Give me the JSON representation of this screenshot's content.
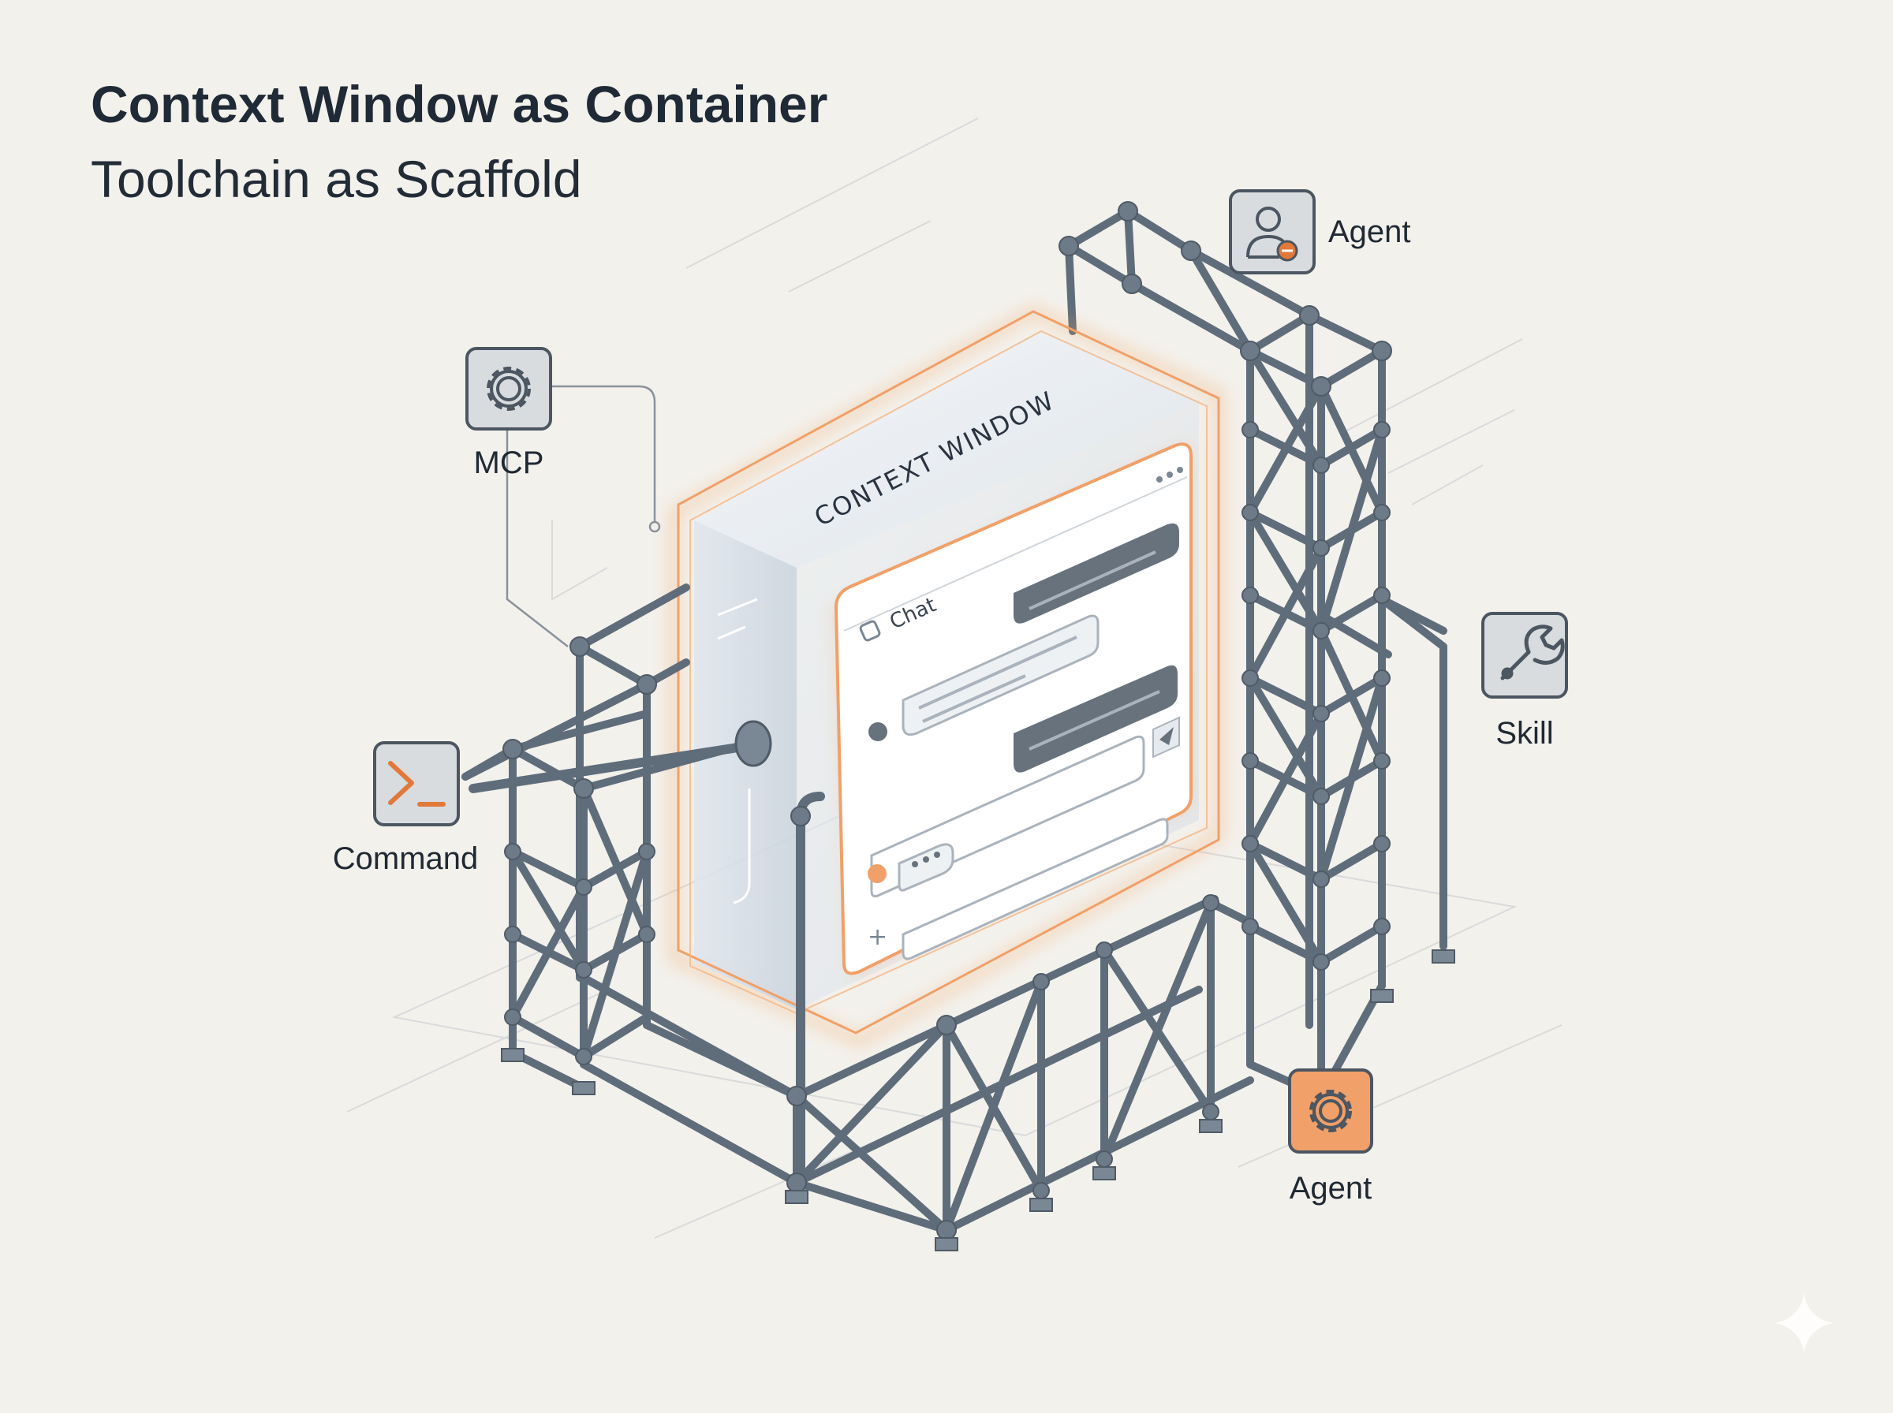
{
  "heading": {
    "title": "Context Window as Container",
    "subtitle": "Toolchain as Scaffold"
  },
  "context_window": {
    "label": "CONTEXT WINDOW",
    "chat_tab": "Chat"
  },
  "nodes": [
    {
      "id": "mcp",
      "label": "MCP",
      "icon": "gear-icon",
      "accent": "#d9dcdf"
    },
    {
      "id": "command",
      "label": "Command",
      "icon": "terminal-icon",
      "accent": "#d9dcdf"
    },
    {
      "id": "agent_top",
      "label": "Agent",
      "icon": "user-icon",
      "accent": "#d9dcdf"
    },
    {
      "id": "skill",
      "label": "Skill",
      "icon": "wrench-icon",
      "accent": "#d9dcdf"
    },
    {
      "id": "agent_bottom",
      "label": "Agent",
      "icon": "gear-icon",
      "accent": "#f0a068"
    }
  ],
  "colors": {
    "background": "#f3f1ec",
    "steel": "#5f6d7b",
    "glow": "#f2a25c",
    "text": "#1f2a36"
  }
}
